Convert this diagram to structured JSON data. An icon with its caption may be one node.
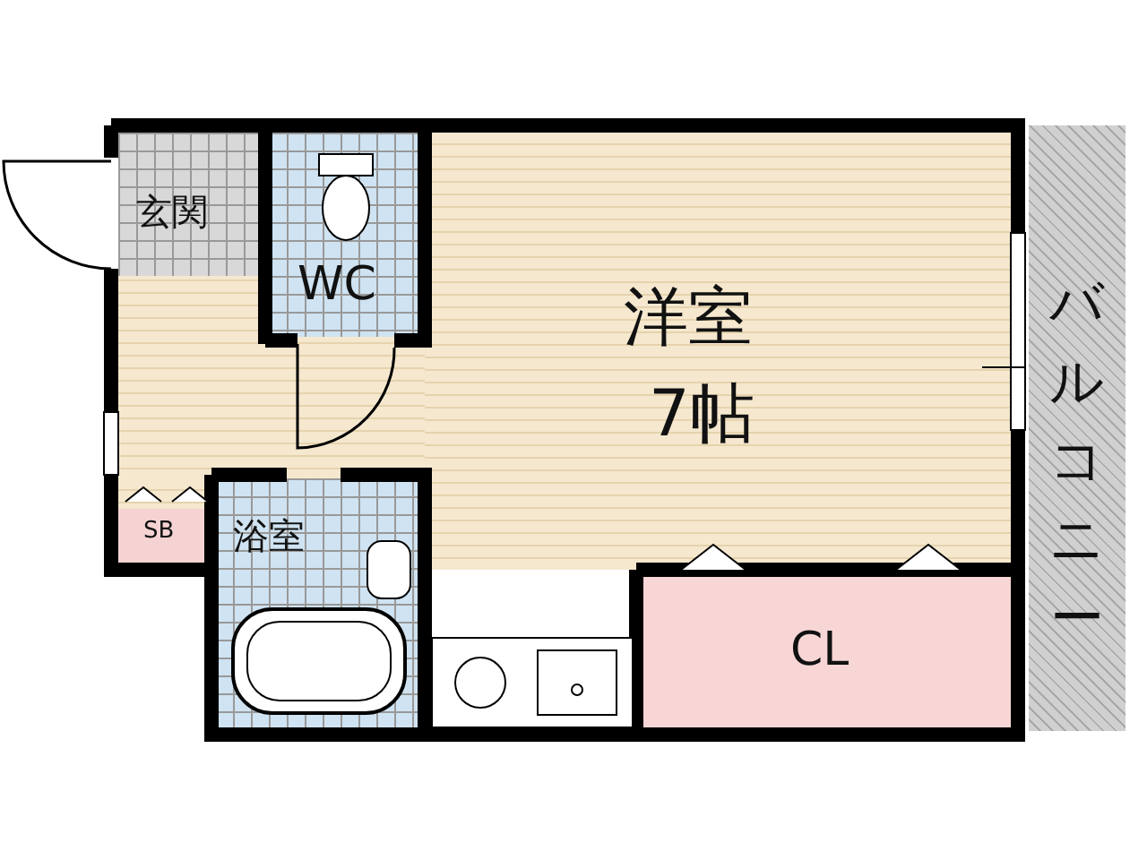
{
  "diagram": {
    "nodes": [
      {
        "text": [
          "玄関"
        ]
      },
      {
        "text": [
          "WC"
        ]
      },
      {
        "text": [
          "洋室",
          "7帖"
        ]
      },
      {
        "text": [
          "SB"
        ]
      },
      {
        "text": [
          "浴室"
        ]
      },
      {
        "text": [
          "CL"
        ]
      },
      {
        "text": [
          "バルコニー"
        ]
      }
    ]
  }
}
